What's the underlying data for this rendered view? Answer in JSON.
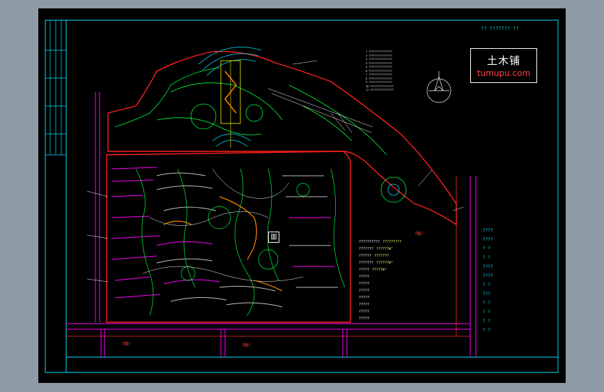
{
  "logo": {
    "name_cn": "土木铺",
    "url": "tumupu.com"
  },
  "top_note": "?? ??????? ??",
  "legend_lines": [
    "1  ????????????????",
    "2  ????????????????",
    "3  ????????????????",
    "4  ????????????????",
    "5  ????????????????",
    "6  ????????????????",
    "7  ????????????????",
    "8  ????????????????",
    "9  ????????????????",
    "10 ????????????????",
    "11 ????????????????"
  ],
  "stats": [
    {
      "label": "??????????",
      "value": "?????????"
    },
    {
      "label": "???????",
      "value": "??????m²"
    },
    {
      "label": "??????",
      "value": "???????"
    },
    {
      "label": "???????",
      "value": "??????m²"
    },
    {
      "label": "?????",
      "value": "?????m²"
    },
    {
      "label": "?????",
      "value": ""
    },
    {
      "label": "?????",
      "value": ""
    },
    {
      "label": "?????",
      "value": ""
    },
    {
      "label": "?????",
      "value": ""
    },
    {
      "label": "?????",
      "value": ""
    },
    {
      "label": "?????",
      "value": ""
    },
    {
      "label": "?????",
      "value": ""
    }
  ],
  "question_marks": [
    "????",
    "????",
    "? ?",
    "? ?",
    "????",
    "????",
    "? ?",
    "???",
    "? ?",
    "? ?",
    "? ?",
    "? ?"
  ],
  "road_labels": {
    "south_left": "?路?",
    "south_mid": "?路?",
    "east": "?路?"
  },
  "colors": {
    "frame": "#00e5ff",
    "site_boundary": "#ff2020",
    "landscape": "#00ff44",
    "housing": "#ff00ff",
    "paths": "#ffffff"
  }
}
